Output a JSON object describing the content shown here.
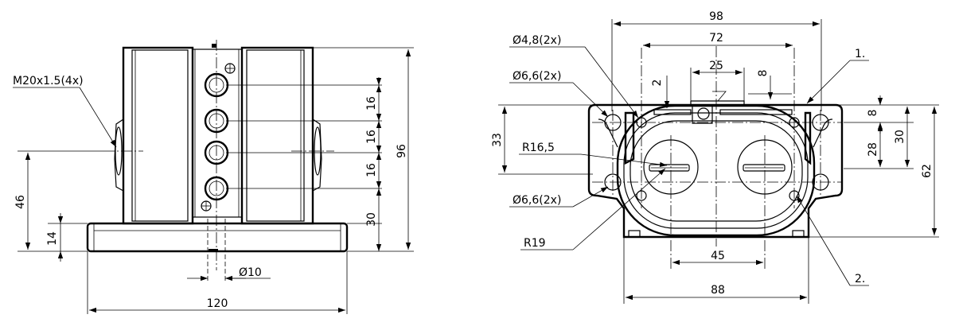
{
  "colors": {
    "line": "#000000",
    "background": "#ffffff"
  },
  "front_view": {
    "dims": {
      "thread": "M20x1.5(4x)",
      "height_total": "96",
      "pitch1": "16",
      "pitch2": "16",
      "pitch3": "16",
      "base_to_hole": "30",
      "height_46": "46",
      "base_height": "14",
      "hole_dia": "Ø10",
      "width_total": "120"
    }
  },
  "side_view": {
    "dims": {
      "width_98": "98",
      "width_72": "72",
      "width_25": "25",
      "dim_2": "2",
      "dim_8_top": "8",
      "dim_8_right": "8",
      "dim_30": "30",
      "dim_28": "28",
      "dim_62": "62",
      "dim_33": "33",
      "hole_48": "Ø4,8(2x)",
      "hole_66_top": "Ø6,6(2x)",
      "hole_66_bottom": "Ø6,6(2x)",
      "r165": "R16,5",
      "r19": "R19",
      "width_45": "45",
      "width_88": "88",
      "item1": "1.",
      "item2": "2."
    }
  }
}
